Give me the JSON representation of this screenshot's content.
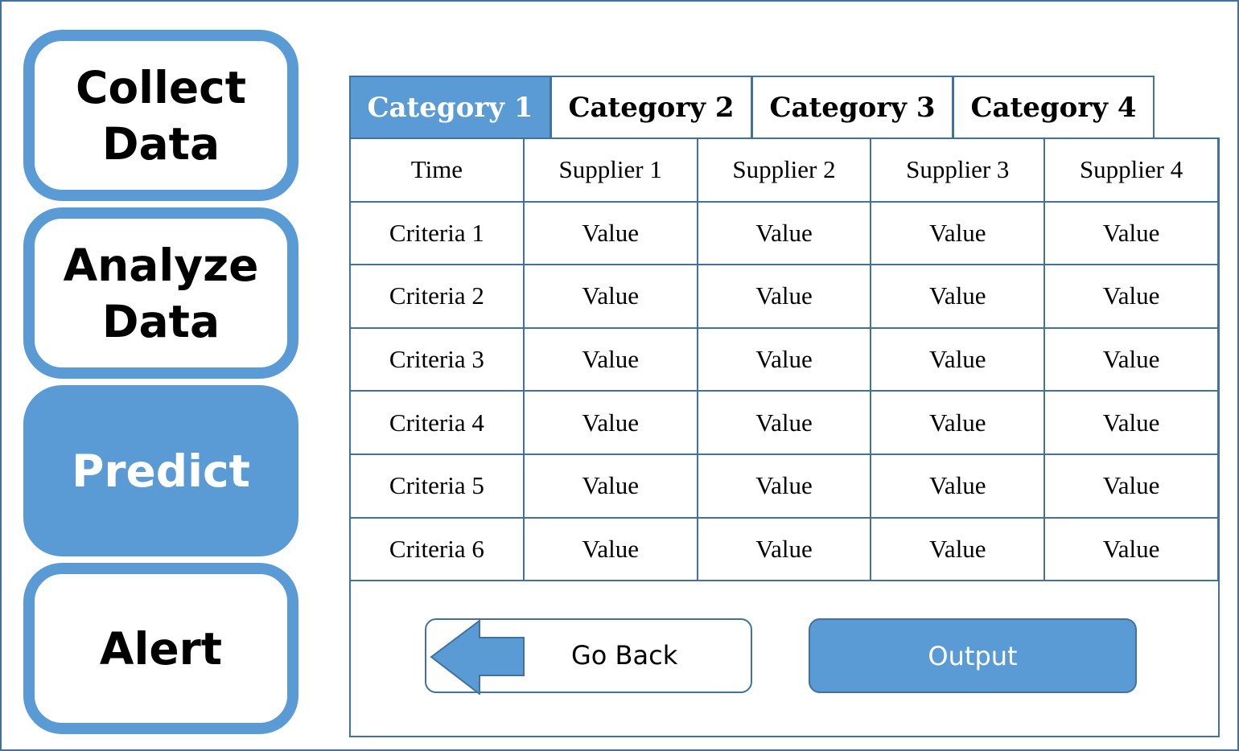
{
  "colors": {
    "accent": "#5b9bd5",
    "border": "#41719c",
    "background": "#ffffff",
    "text": "#000000",
    "active_text": "#ffffff"
  },
  "sidebar": {
    "items": [
      {
        "label": "Collect\nData",
        "active": false
      },
      {
        "label": "Analyze\nData",
        "active": false
      },
      {
        "label": "Predict",
        "active": true
      },
      {
        "label": "Alert",
        "active": false
      }
    ]
  },
  "tabs": [
    {
      "label": "Category 1",
      "active": true
    },
    {
      "label": "Category 2",
      "active": false
    },
    {
      "label": "Category 3",
      "active": false
    },
    {
      "label": "Category 4",
      "active": false
    }
  ],
  "table": {
    "headers": [
      "Time",
      "Supplier 1",
      "Supplier 2",
      "Supplier 3",
      "Supplier 4"
    ],
    "rows": [
      [
        "Criteria 1",
        "Value",
        "Value",
        "Value",
        "Value"
      ],
      [
        "Criteria 2",
        "Value",
        "Value",
        "Value",
        "Value"
      ],
      [
        "Criteria 3",
        "Value",
        "Value",
        "Value",
        "Value"
      ],
      [
        "Criteria 4",
        "Value",
        "Value",
        "Value",
        "Value"
      ],
      [
        "Criteria 5",
        "Value",
        "Value",
        "Value",
        "Value"
      ],
      [
        "Criteria 6",
        "Value",
        "Value",
        "Value",
        "Value"
      ]
    ]
  },
  "actions": {
    "back_label": "Go Back",
    "back_icon": "arrow-left-icon",
    "output_label": "Output"
  }
}
